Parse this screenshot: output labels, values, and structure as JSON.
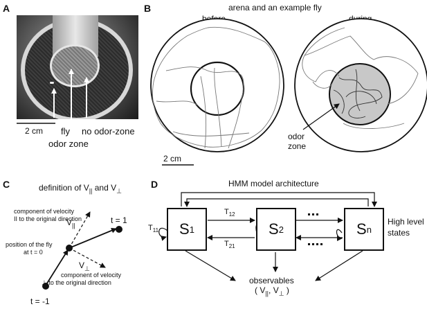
{
  "panels": {
    "A": {
      "letter": "A",
      "scale_label": "2 cm",
      "fly_label": "fly",
      "odor_zone_label": "odor zone",
      "no_odor_label": "no odor-zone"
    },
    "B": {
      "letter": "B",
      "title": "arena and an example fly",
      "before_label": "before",
      "during_label": "during",
      "scale_label": "2 cm",
      "odor_zone_label_1": "odor",
      "odor_zone_label_2": "zone"
    },
    "C": {
      "letter": "C",
      "title": "definition of V",
      "title_sub_parallel": "||",
      "title_and": "and V",
      "title_sub_perp": "⊥",
      "comp_parallel_1": "component of velocity",
      "comp_parallel_2": "II to the original direction",
      "v_parallel": "V",
      "v_parallel_sub": "||",
      "position_1": "position of the fly",
      "position_2": "at t = 0",
      "t1_label": "t = 1",
      "v_perp": "V",
      "v_perp_sub": "⊥",
      "comp_perp_1": "component of velocity",
      "comp_perp_2": "⊥ to the original direction",
      "tm1_label": "t = -1"
    },
    "D": {
      "letter": "D",
      "title": "HMM model architecture",
      "state1": "S",
      "state1_sub": "1",
      "state2": "S",
      "state2_sub": "2",
      "staten": "S",
      "staten_sub": "n",
      "t11": "T",
      "t11_sub": "11",
      "t12": "T",
      "t12_sub": "12",
      "t21": "T",
      "t21_sub": "21",
      "high_level_1": "High level",
      "high_level_2": "states",
      "observables": "observables",
      "obs_open": "( V",
      "obs_sub1": "||",
      "obs_comma": ", V",
      "obs_sub2": "⊥",
      "obs_close": ")"
    }
  }
}
